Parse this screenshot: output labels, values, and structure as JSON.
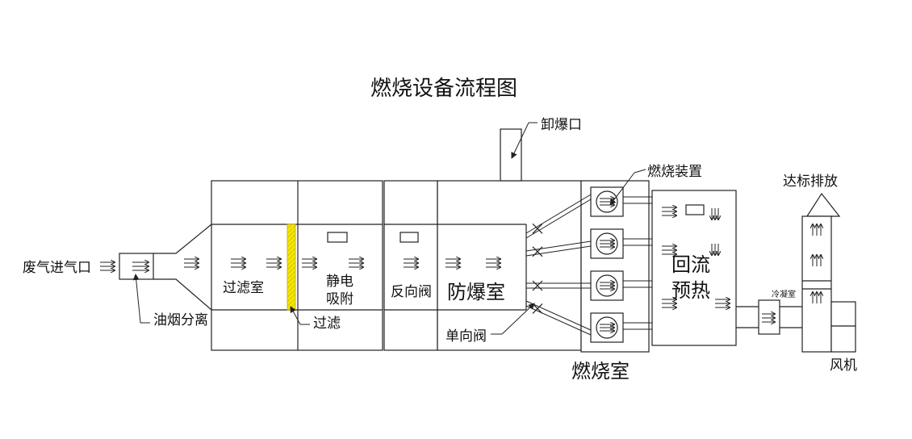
{
  "diagram": {
    "title": "燃烧设备流程图",
    "labels": {
      "inlet": "废气进气口",
      "oil_smoke": "油烟分离",
      "filter_room": "过滤室",
      "esp": "静电\n吸附",
      "filter": "过滤",
      "check_valve_room": "反向阀",
      "explosion_room": "防爆室",
      "one_way_valve": "单向阀",
      "burst_port": "卸爆口",
      "combustion_device": "燃烧装置",
      "combustion_room": "燃烧室",
      "reflow_preheat": "回流\n预热",
      "condenser": "冷凝室",
      "discharge": "达标排放",
      "fan": "风机"
    },
    "colors": {
      "line": "#222222",
      "filter_highlight": "#f5e600"
    }
  }
}
